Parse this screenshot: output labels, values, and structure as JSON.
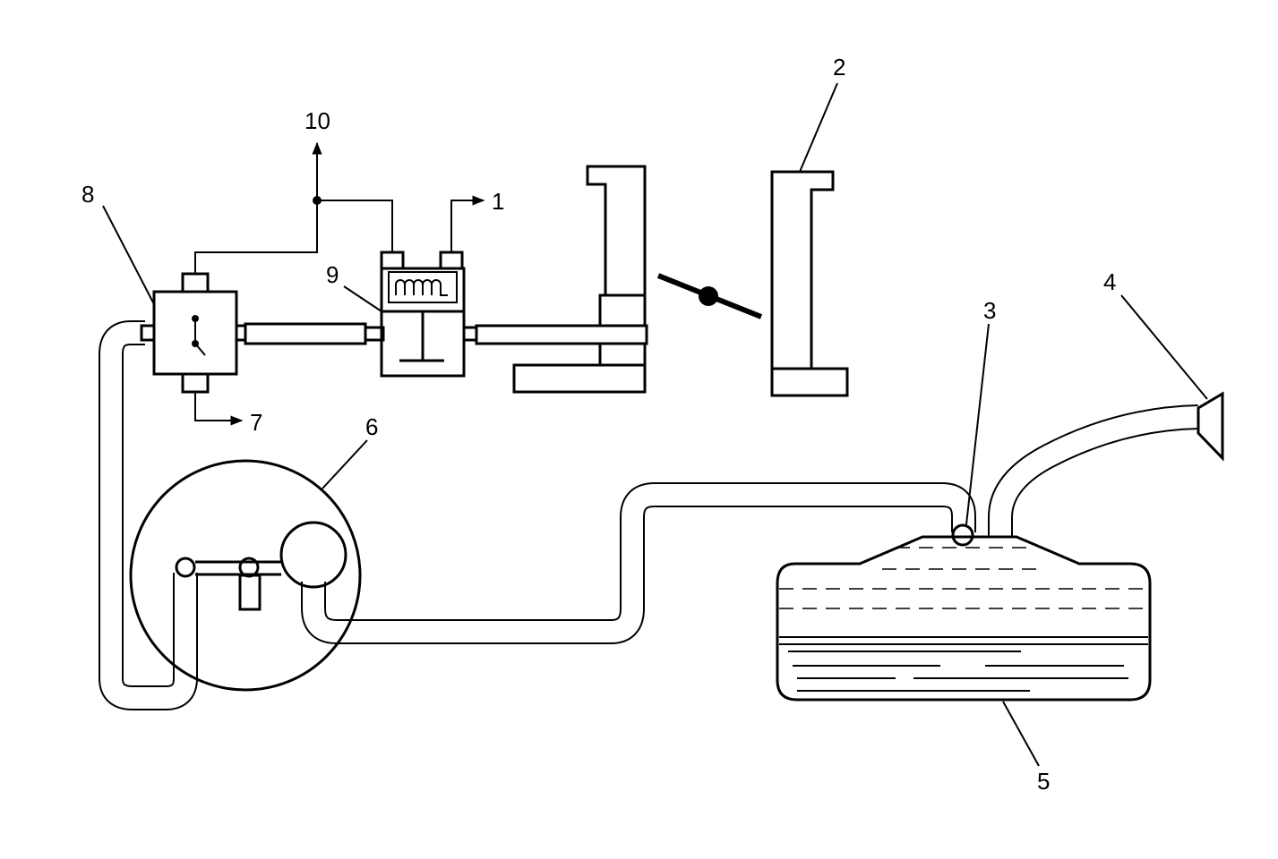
{
  "diagram": {
    "labels": [
      "1",
      "2",
      "3",
      "4",
      "5",
      "6",
      "7",
      "8",
      "9",
      "10"
    ],
    "colors": {
      "line": "#000000",
      "background": "#ffffff"
    }
  }
}
